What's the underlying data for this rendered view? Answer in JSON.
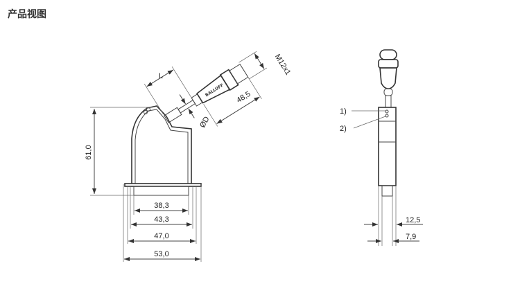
{
  "page": {
    "title": "产品视图"
  },
  "drawing": {
    "side_view": {
      "height": "61,0",
      "widths": [
        "38,3",
        "43,3",
        "47,0",
        "53,0"
      ],
      "cable_length": "L",
      "diameter": "ØD",
      "connector_length": "48,5",
      "thread": "M12x1",
      "brand": "BALLUFF"
    },
    "front_view": {
      "callouts": [
        "1)",
        "2)"
      ],
      "widths": [
        "12,5",
        "7,9"
      ]
    }
  }
}
